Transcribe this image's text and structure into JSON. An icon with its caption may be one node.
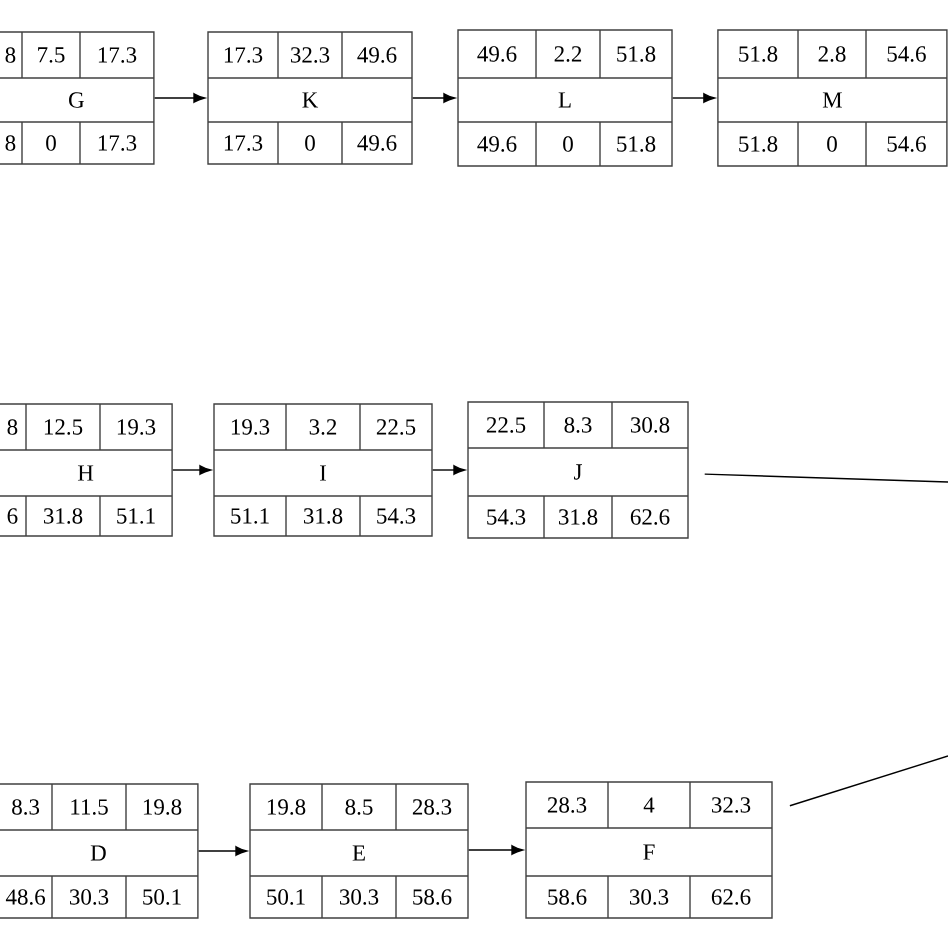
{
  "diagram": {
    "nodes": [
      {
        "text": [
          "8",
          "7.5",
          "17.3",
          "G",
          "8",
          "0",
          "17.3"
        ]
      },
      {
        "text": [
          "17.3",
          "32.3",
          "49.6",
          "K",
          "17.3",
          "0",
          "49.6"
        ]
      },
      {
        "text": [
          "49.6",
          "2.2",
          "51.8",
          "L",
          "49.6",
          "0",
          "51.8"
        ]
      },
      {
        "text": [
          "51.8",
          "2.8",
          "54.6",
          "M",
          "51.8",
          "0",
          "54.6"
        ]
      },
      {
        "text": [
          "8",
          "12.5",
          "19.3",
          "H",
          "6",
          "31.8",
          "51.1"
        ]
      },
      {
        "text": [
          "19.3",
          "3.2",
          "22.5",
          "I",
          "51.1",
          "31.8",
          "54.3"
        ]
      },
      {
        "text": [
          "22.5",
          "8.3",
          "30.8",
          "J",
          "54.3",
          "31.8",
          "62.6"
        ]
      },
      {
        "text": [
          "8.3",
          "11.5",
          "19.8",
          "D",
          "48.6",
          "30.3",
          "50.1"
        ]
      },
      {
        "text": [
          "19.8",
          "8.5",
          "28.3",
          "E",
          "50.1",
          "30.3",
          "58.6"
        ]
      },
      {
        "text": [
          "28.3",
          "4",
          "32.3",
          "F",
          "58.6",
          "30.3",
          "62.6"
        ]
      }
    ],
    "edges": [
      {
        "from": 0,
        "to": 1,
        "arrow": "to"
      },
      {
        "from": 1,
        "to": 2,
        "arrow": "to"
      },
      {
        "from": 2,
        "to": 3,
        "arrow": "to"
      },
      {
        "from": 4,
        "to": 5,
        "arrow": "to"
      },
      {
        "from": 5,
        "to": 6,
        "arrow": "to"
      },
      {
        "from": 6,
        "to": null,
        "arrow": "none"
      },
      {
        "from": 7,
        "to": 8,
        "arrow": "to"
      },
      {
        "from": 8,
        "to": 9,
        "arrow": "to"
      },
      {
        "from": 9,
        "to": null,
        "arrow": "none"
      }
    ]
  }
}
